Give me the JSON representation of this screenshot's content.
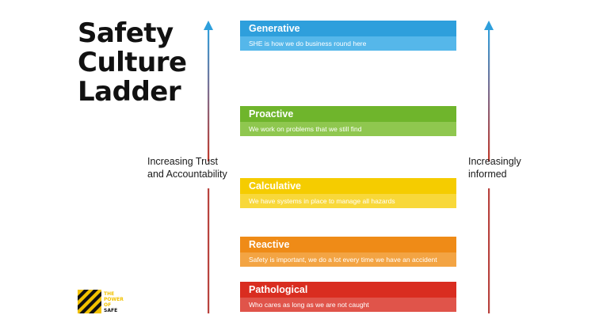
{
  "title": {
    "line1": "Safety",
    "line2": "Culture",
    "line3": "Ladder"
  },
  "left_label": {
    "line1": "Increasing Trust",
    "line2": "and Accountability"
  },
  "right_label": {
    "line1": "Increasingly",
    "line2": "informed"
  },
  "rungs": [
    {
      "name": "Generative",
      "desc": "SHE  is how we do business round here",
      "head_color": "#2e9fdc",
      "desc_color": "#55b7ea"
    },
    {
      "name": "Proactive",
      "desc": "We work on problems that we still find",
      "head_color": "#6fb52c",
      "desc_color": "#8fc74f"
    },
    {
      "name": "Calculative",
      "desc": "We have systems in place to manage all hazards",
      "head_color": "#f5cc00",
      "desc_color": "#f8d83a"
    },
    {
      "name": "Reactive",
      "desc": "Safety is important, we do a lot every time we have an accident",
      "head_color": "#ef8b17",
      "desc_color": "#f3a443"
    },
    {
      "name": "Pathological",
      "desc": "Who cares as long as we are not caught",
      "head_color": "#d92d20",
      "desc_color": "#e0544a"
    }
  ],
  "logo": {
    "line1": "THE",
    "line2": "POWER",
    "line3": "OF",
    "line4": "SAFE"
  },
  "colors": {
    "arrow_top": "#2e9fdc",
    "arrow_bottom": "#c0392b"
  }
}
